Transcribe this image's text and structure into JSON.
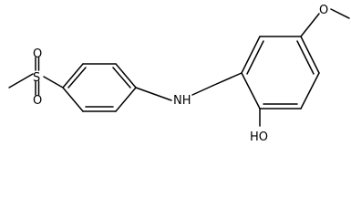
{
  "figure": {
    "atom_labels": {
      "methyl_left": "",
      "sulfur": "S",
      "oxygen_top": "O",
      "oxygen_bottom": "O",
      "amine": "NH",
      "methoxy_oxygen": "O",
      "hydroxyl": "HO"
    }
  }
}
